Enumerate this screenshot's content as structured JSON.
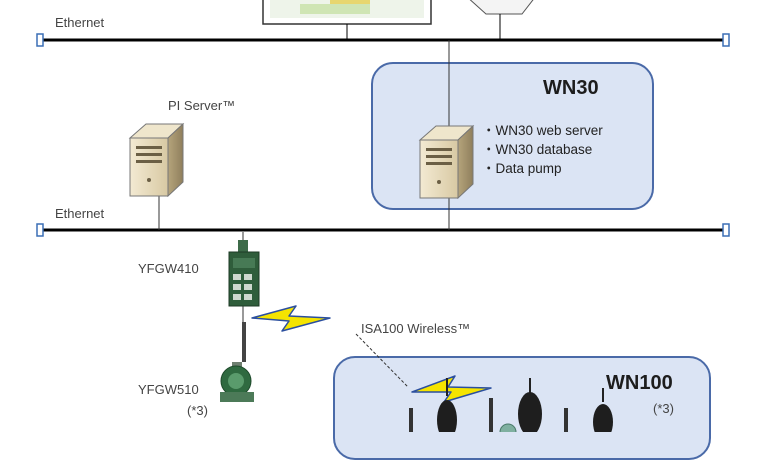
{
  "networks": {
    "top_ethernet_label": "Ethernet",
    "bottom_ethernet_label": "Ethernet"
  },
  "pi_server": {
    "label": "PI Server™"
  },
  "wn30": {
    "title": "WN30",
    "items": [
      "・WN30 web server",
      "・WN30 database",
      "・Data pump"
    ]
  },
  "yfgw410": {
    "label": "YFGW410"
  },
  "yfgw510": {
    "label": "YFGW510",
    "note": "(*3)"
  },
  "wireless": {
    "label": "ISA100 Wireless™"
  },
  "wn100": {
    "title": "WN100",
    "note": "(*3)"
  },
  "colors": {
    "box_fill": "#dbe4f4",
    "box_border": "#4a6aa8",
    "lightning_fill": "#f5e400",
    "lightning_stroke": "#2b4f9e",
    "network_line": "#000000",
    "endpoint": "#3b6fb5"
  }
}
